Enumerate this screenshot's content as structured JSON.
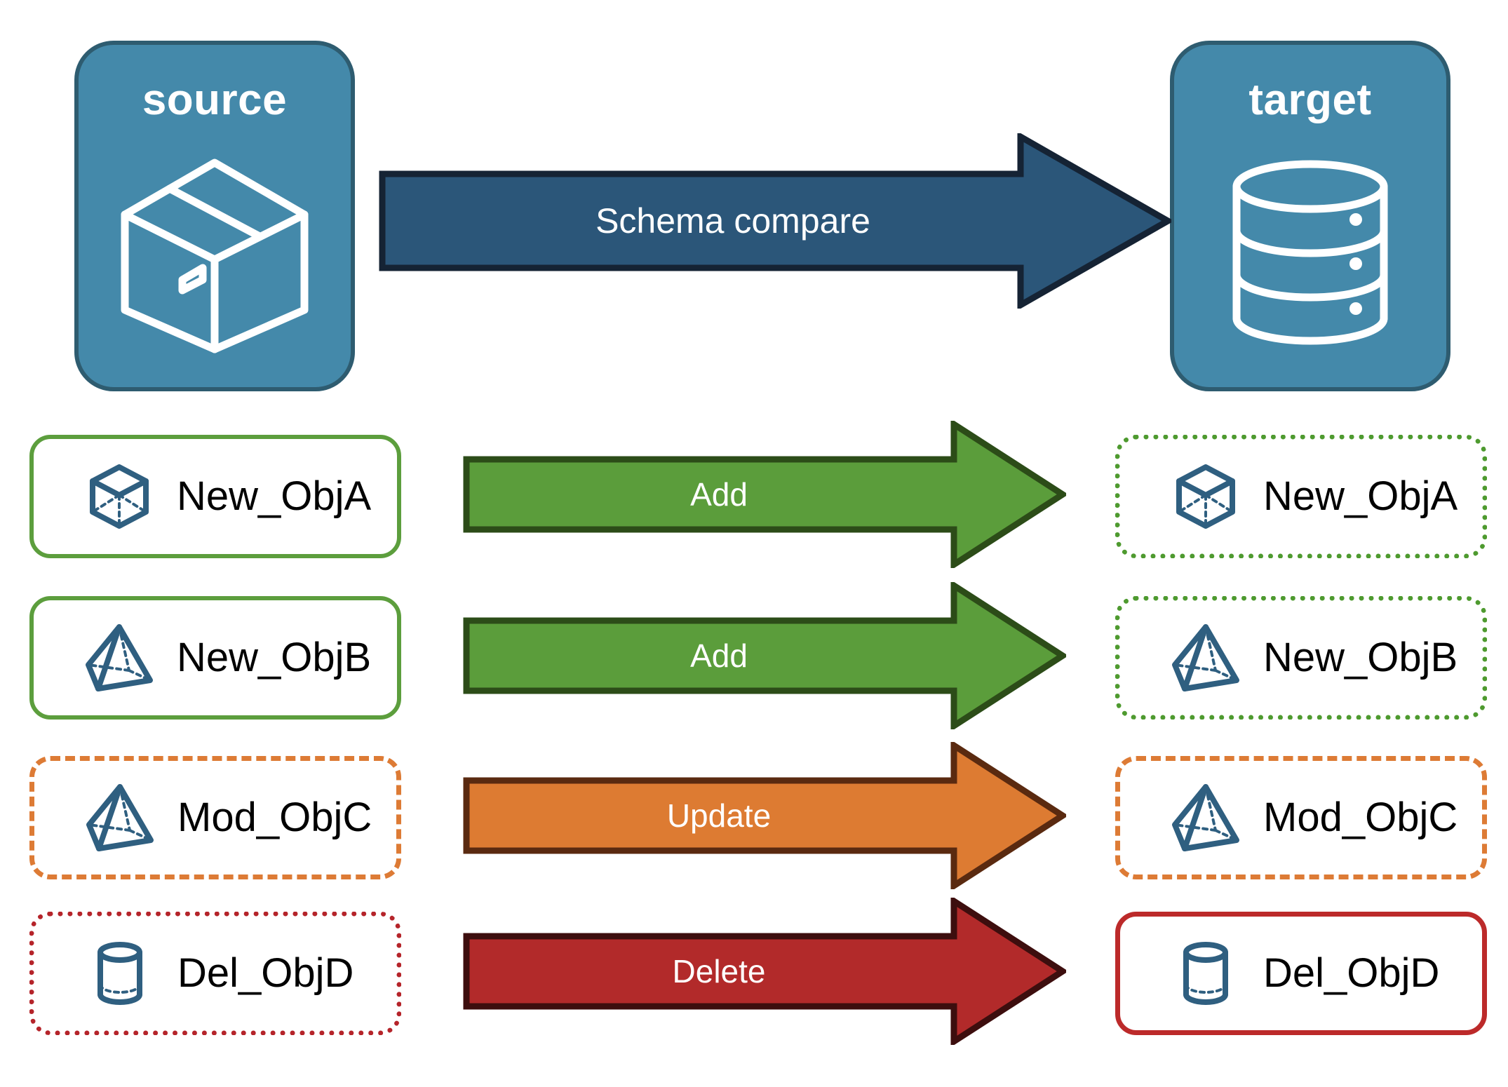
{
  "diagram": {
    "title": "Schema compare between source and target",
    "endpoints": [
      {
        "id": "source",
        "label": "source",
        "icon": "package-box-icon"
      },
      {
        "id": "target",
        "label": "target",
        "icon": "database-cylinder-icon"
      }
    ],
    "main_arrow": {
      "label": "Schema compare",
      "fill": "#2B5679",
      "stroke": "#152334",
      "text_color": "#FFFFFF"
    },
    "rows": [
      {
        "action": "Add",
        "source_object": "New_ObjA",
        "target_object": "New_ObjA",
        "source_icon": "cube-wireframe-icon",
        "target_icon": "cube-wireframe-icon",
        "source_border_style": "solid",
        "target_border_style": "dotted",
        "arrow_fill": "#5B9D3B",
        "arrow_stroke": "#2C4C18",
        "source_border_color": "#5C9E3D",
        "target_border_color": "#4E9A2F"
      },
      {
        "action": "Add",
        "source_object": "New_ObjB",
        "target_object": "New_ObjB",
        "source_icon": "pyramid-wireframe-icon",
        "target_icon": "pyramid-wireframe-icon",
        "source_border_style": "solid",
        "target_border_style": "dotted",
        "arrow_fill": "#5B9D3B",
        "arrow_stroke": "#2C4C18",
        "source_border_color": "#5C9E3D",
        "target_border_color": "#4E9A2F"
      },
      {
        "action": "Update",
        "source_object": "Mod_ObjC",
        "target_object": "Mod_ObjC",
        "source_icon": "pyramid-wireframe-icon",
        "target_icon": "pyramid-wireframe-icon",
        "source_border_style": "dashed",
        "target_border_style": "dashed",
        "arrow_fill": "#DD7B32",
        "arrow_stroke": "#5A2A10",
        "source_border_color": "#DD7B35",
        "target_border_color": "#DD7B35"
      },
      {
        "action": "Delete",
        "source_object": "Del_ObjD",
        "target_object": "Del_ObjD",
        "source_icon": "cylinder-wireframe-icon",
        "target_icon": "cylinder-wireframe-icon",
        "source_border_style": "dotted",
        "target_border_style": "solid",
        "arrow_fill": "#B22A2A",
        "arrow_stroke": "#3D0E0E",
        "source_border_color": "#B5242A",
        "target_border_color": "#BC2A2A"
      }
    ],
    "colors": {
      "panel_fill": "#4489AA",
      "panel_stroke": "#2E5C70",
      "icon_blue": "#2F5F80",
      "text_black": "#000000",
      "background": "#FFFFFF"
    }
  }
}
